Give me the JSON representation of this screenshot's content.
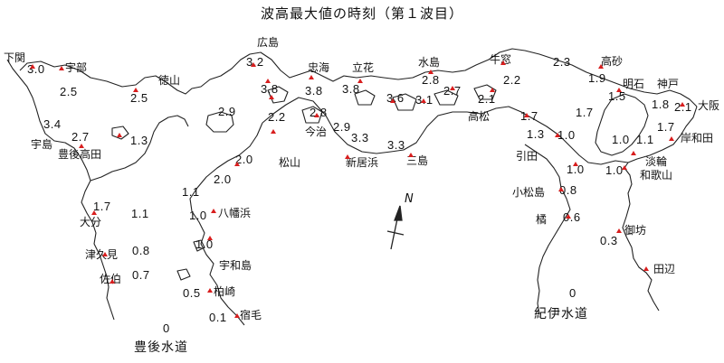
{
  "title": "波高最大値の時刻（第１波目）",
  "north_label": "N",
  "marker_color": "#d81e1e",
  "places": {
    "shimonoseki": "下関",
    "ube": "宇部",
    "tokuyama": "徳山",
    "hiroshima": "広島",
    "tadanoumi": "忠海",
    "tachibana": "立花",
    "mizushima": "水島",
    "ushimado": "牛窓",
    "takasago": "高砂",
    "akashi": "明石",
    "kobe": "神戸",
    "osaka": "大阪",
    "kishiwada": "岸和田",
    "awa": "淡輪",
    "wakayama": "和歌山",
    "takamatsu": "高松",
    "hikita": "引田",
    "imabari": "今治",
    "niihama": "新居浜",
    "mishima": "三島",
    "matsuyama": "松山",
    "uwajima_city": "宇島",
    "bungotakada": "豊後高田",
    "oita": "大分",
    "yawatahama": "八幡浜",
    "uwajima": "宇和島",
    "tsukumi": "津久見",
    "saiki": "佐伯",
    "kashiwazaki": "柏崎",
    "sukumo": "宿毛",
    "komatsushima": "小松島",
    "tachibana2": "橘",
    "gobo": "御坊",
    "tanabe": "田辺",
    "bungo_suido": "豊後水道",
    "kii_suido": "紀伊水道"
  },
  "values": {
    "shimonoseki": "3.0",
    "ube": "2.5",
    "tokuyama": "2.5",
    "hiroshima": "3.2",
    "hiroshima_b": "3.8",
    "tadanoumi": "3.8",
    "tachibana": "3.8",
    "mizushima": "2.8",
    "mizushima_b": "2.7",
    "ushimado": "2.2",
    "ushimado_b": "2.1",
    "takasago": "1.9",
    "ushimado_c": "2.3",
    "akashi": "1.5",
    "kobe": "1.8",
    "osaka": "2.1",
    "kishiwada": "1.7",
    "awa": "1.1",
    "awa_b": "1.0",
    "wakayama": "1.0",
    "takamatsu": "1.7",
    "takamatsu_b": "1.7",
    "hikita": "1.3",
    "hikita_b": "1.0",
    "hikita_c": "1.0",
    "imabari": "2.8",
    "imabari_b": "2.9",
    "niihama": "3.3",
    "mishima": "3.3",
    "mid1": "3.6",
    "mid2": "3.1",
    "mid3": "2.9",
    "mid4": "2.2",
    "matsuyama": "2.0",
    "matsuyama_b": "2.0",
    "uwajima_city": "3.4",
    "bungotakada": "2.7",
    "kunisaki": "1.3",
    "oita": "1.7",
    "oita_b": "1.1",
    "yawatahama": "1.1",
    "yawatahama_b": "1.0",
    "uwajima": "1.0",
    "tsukumi": "0.8",
    "saiki": "0.7",
    "kashiwazaki": "0.5",
    "sukumo": "0.1",
    "komatsushima": "0.8",
    "tachibana2": "0.6",
    "gobo": "0.3",
    "bungo_zero": "0",
    "kii_zero": "0"
  }
}
